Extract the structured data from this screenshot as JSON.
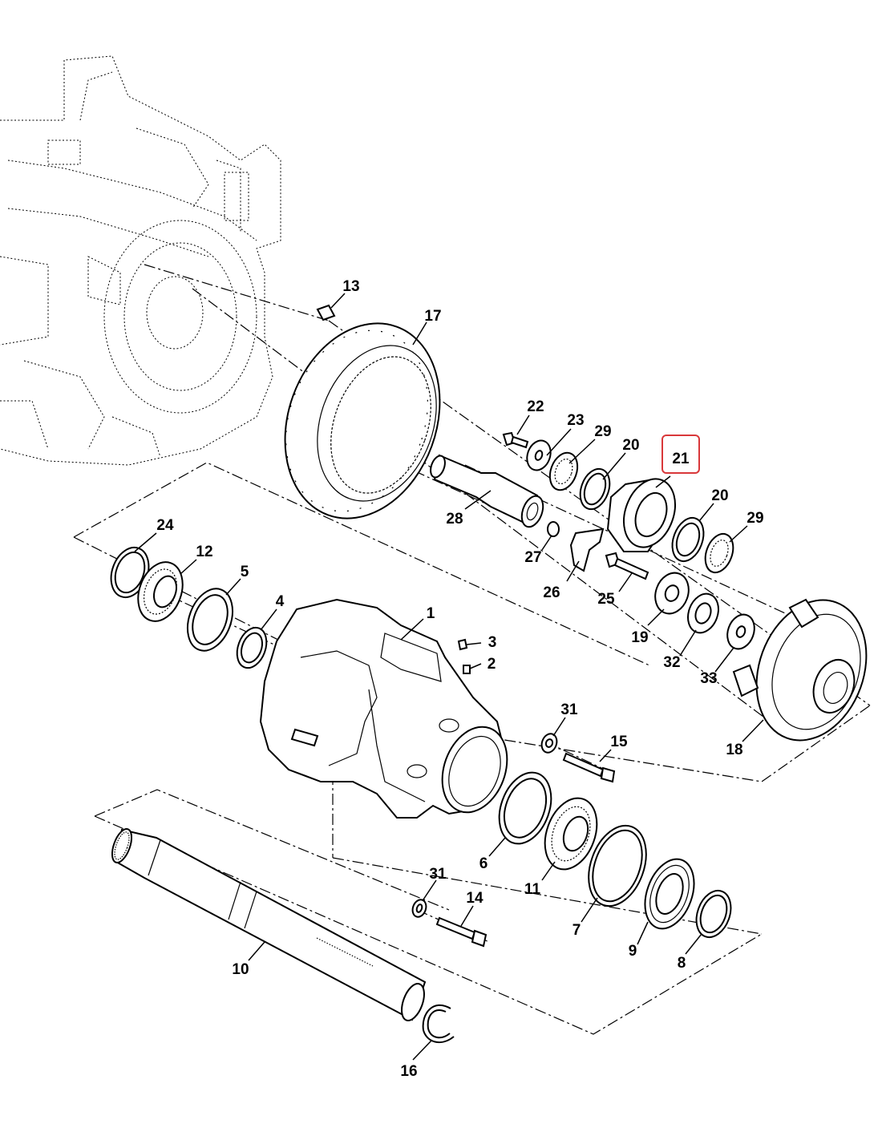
{
  "diagram": {
    "highlight_color": "#d9383a",
    "callouts": [
      {
        "id": "c1",
        "label": "1"
      },
      {
        "id": "c2",
        "label": "2"
      },
      {
        "id": "c3",
        "label": "3"
      },
      {
        "id": "c4",
        "label": "4"
      },
      {
        "id": "c5",
        "label": "5"
      },
      {
        "id": "c6",
        "label": "6"
      },
      {
        "id": "c7",
        "label": "7"
      },
      {
        "id": "c8",
        "label": "8"
      },
      {
        "id": "c9",
        "label": "9"
      },
      {
        "id": "c10",
        "label": "10"
      },
      {
        "id": "c11",
        "label": "11"
      },
      {
        "id": "c12",
        "label": "12"
      },
      {
        "id": "c13",
        "label": "13"
      },
      {
        "id": "c14",
        "label": "14"
      },
      {
        "id": "c15",
        "label": "15"
      },
      {
        "id": "c16",
        "label": "16"
      },
      {
        "id": "c17",
        "label": "17"
      },
      {
        "id": "c18",
        "label": "18"
      },
      {
        "id": "c19",
        "label": "19"
      },
      {
        "id": "c20a",
        "label": "20"
      },
      {
        "id": "c20b",
        "label": "20"
      },
      {
        "id": "c21",
        "label": "21",
        "highlighted": true
      },
      {
        "id": "c22",
        "label": "22"
      },
      {
        "id": "c23",
        "label": "23"
      },
      {
        "id": "c24",
        "label": "24"
      },
      {
        "id": "c25",
        "label": "25"
      },
      {
        "id": "c26",
        "label": "26"
      },
      {
        "id": "c27",
        "label": "27"
      },
      {
        "id": "c28",
        "label": "28"
      },
      {
        "id": "c29a",
        "label": "29"
      },
      {
        "id": "c29b",
        "label": "29"
      },
      {
        "id": "c31a",
        "label": "31"
      },
      {
        "id": "c31b",
        "label": "31"
      },
      {
        "id": "c32",
        "label": "32"
      },
      {
        "id": "c33",
        "label": "33"
      }
    ]
  }
}
